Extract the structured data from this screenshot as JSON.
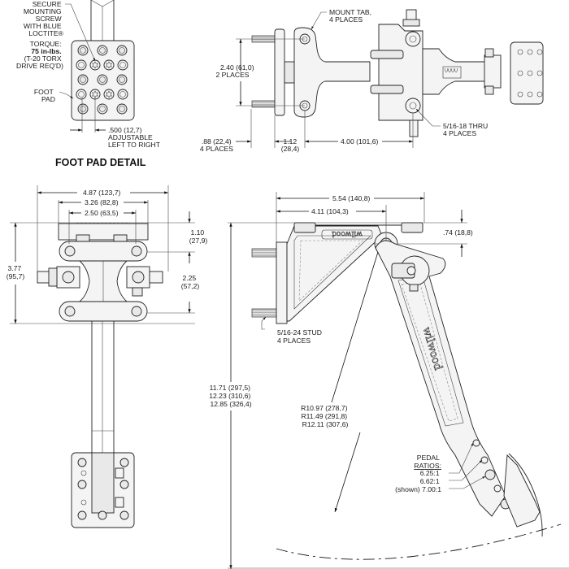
{
  "foot_pad_detail": {
    "title": "FOOT PAD DETAIL",
    "screw_note": [
      "SECURE",
      "MOUNTING",
      "SCREW",
      "WITH BLUE",
      "LOCTITE®"
    ],
    "torque_note": [
      "TORQUE:",
      "75 in-lbs.",
      "(T-20 TORX",
      "DRIVE REQ'D)"
    ],
    "foot_pad_label": [
      "FOOT",
      "PAD"
    ],
    "adjust_note": [
      ".500 (12,7)",
      "ADJUSTABLE",
      "LEFT TO RIGHT"
    ]
  },
  "top_view": {
    "mount_tab_note": [
      "MOUNT TAB,",
      "4 PLACES"
    ],
    "height_dim": [
      "2.40 (61,0)",
      "2 PLACES"
    ],
    "stud_dim": [
      ".88 (22,4)",
      "4 PLACES"
    ],
    "offset_dim": [
      "1.12",
      "(28,4)"
    ],
    "length_dim": "4.00 (101,6)",
    "thru_note": [
      "5/16-18 THRU",
      "4 PLACES"
    ]
  },
  "front_view": {
    "width_overall": "4.87 (123,7)",
    "width_mid": "3.26 (82,8)",
    "width_inner": "2.50 (63,5)",
    "height_overall": [
      "3.77",
      "(95,7)"
    ],
    "top_offset": [
      "1.10",
      "(27,9)"
    ],
    "hole_spacing": [
      "2.25",
      "(57,2)"
    ]
  },
  "side_view": {
    "length_overall": "5.54 (140,8)",
    "pivot_offset": "4.11 (104,3)",
    "pivot_height": ".74 (18,8)",
    "stud_note": [
      "5/16-24 STUD",
      "4 PLACES"
    ],
    "pedal_height": [
      "11.71 (297,5)",
      "12.23 (310,6)",
      "12.85 (326,4)"
    ],
    "radius": [
      "R10.97 (278,7)",
      "R11.49 (291,8)",
      "R12.11 (307,6)"
    ],
    "ratio_title": [
      "PEDAL",
      "RATIOS:"
    ],
    "ratios": [
      "6.25:1",
      "6.62:1",
      "(shown) 7.00:1"
    ],
    "brand_logo": "wilwood"
  }
}
